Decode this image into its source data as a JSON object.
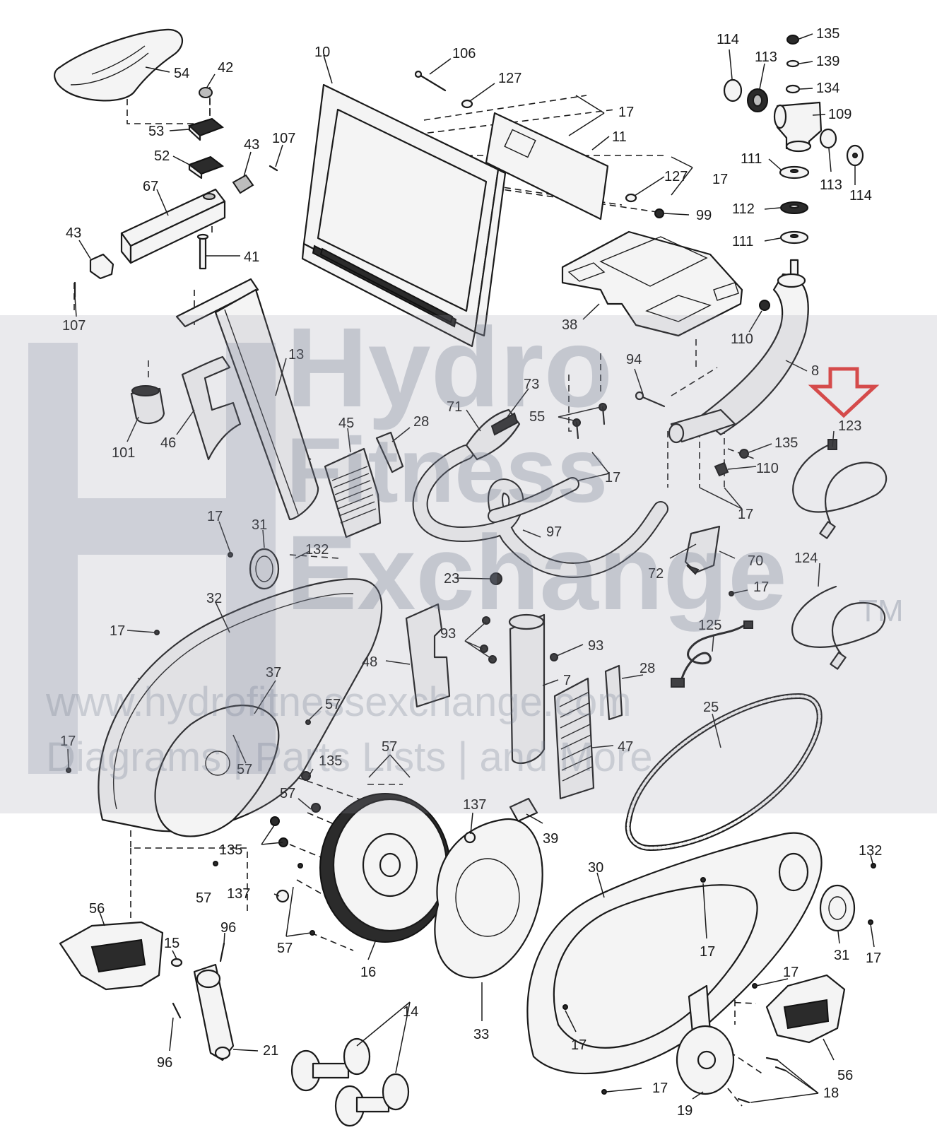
{
  "diagram": {
    "watermark": {
      "line1": "Hydro",
      "line2": "Fitness",
      "line3": "Exchange",
      "trademark": "TM",
      "website": "www.hydrofitnessexchange.com",
      "tagline": "Diagrams | Parts Lists | and More"
    },
    "highlight_arrow": {
      "color": "#e53935",
      "target": "123"
    },
    "callouts": {
      "c54": "54",
      "c42": "42",
      "c53": "53",
      "c52": "52",
      "c43a": "43",
      "c107a": "107",
      "c67": "67",
      "c43b": "43",
      "c41": "41",
      "c107b": "107",
      "c10": "10",
      "c106": "106",
      "c127a": "127",
      "c17a": "17",
      "c11": "11",
      "c127b": "127",
      "c17b": "17",
      "c99": "99",
      "c114a": "114",
      "c113a": "113",
      "c135a": "135",
      "c139": "139",
      "c134": "134",
      "c109": "109",
      "c111a": "111",
      "c113b": "113",
      "c114b": "114",
      "c112": "112",
      "c111b": "111",
      "c38": "38",
      "c110a": "110",
      "c8": "8",
      "c13": "13",
      "c101": "101",
      "c46": "46",
      "c45": "45",
      "c28a": "28",
      "c71": "71",
      "c73": "73",
      "c55": "55",
      "c94": "94",
      "c135b": "135",
      "c110b": "110",
      "c17c": "17",
      "c17d": "17",
      "c123": "123",
      "c17e": "17",
      "c31a": "31",
      "c132a": "132",
      "c97": "97",
      "c23": "23",
      "c72": "72",
      "c70": "70",
      "c17f": "17",
      "c124": "124",
      "c32": "32",
      "c17g": "17",
      "c37": "37",
      "c93a": "93",
      "c93b": "93",
      "c48": "48",
      "c7": "7",
      "c125": "125",
      "c28b": "28",
      "c57a": "57",
      "c17h": "17",
      "c57b": "57",
      "c57c": "57",
      "c135c": "135",
      "c25": "25",
      "c47": "47",
      "c57d": "57",
      "c137a": "137",
      "c39": "39",
      "c135d": "135",
      "c57e": "57",
      "c137b": "137",
      "c30": "30",
      "c132b": "132",
      "c56a": "56",
      "c15": "15",
      "c96a": "96",
      "c57f": "57",
      "c16": "16",
      "c17i": "17",
      "c31b": "31",
      "c17j": "17",
      "c33": "33",
      "c17k": "17",
      "c96b": "96",
      "c21": "21",
      "c14": "14",
      "c17l": "17",
      "c56b": "56",
      "c17m": "17",
      "c18": "18",
      "c19": "19"
    }
  }
}
